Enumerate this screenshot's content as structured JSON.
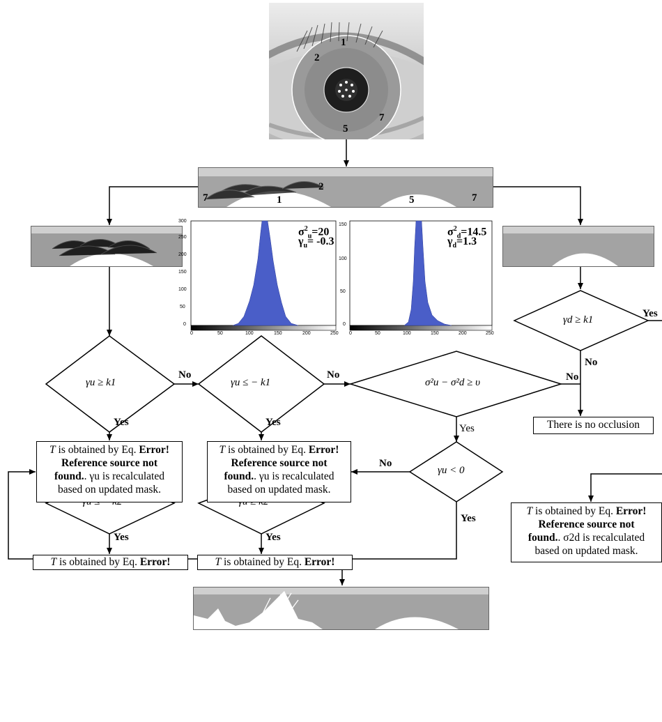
{
  "eye": {
    "labels": [
      "1",
      "2",
      "5",
      "7"
    ]
  },
  "strip": {
    "labels": [
      "7",
      "1",
      "2",
      "5",
      "7"
    ]
  },
  "histogram_u": {
    "sigma_label": "σ",
    "sigma_sup": "2",
    "sigma_sub": "u",
    "sigma_val": "=20",
    "gamma_label": "γ",
    "gamma_sub": "u",
    "gamma_val": "= -0.3",
    "y_ticks": [
      "0",
      "50",
      "100",
      "150",
      "200",
      "250",
      "300"
    ],
    "x_ticks": [
      "0",
      "50",
      "100",
      "150",
      "200",
      "250"
    ]
  },
  "histogram_d": {
    "sigma_label": "σ",
    "sigma_sup": "2",
    "sigma_sub": "d",
    "sigma_val": "=14.5",
    "gamma_label": "γ",
    "gamma_sub": "d",
    "gamma_val": "=1.3",
    "y_ticks": [
      "0",
      "50",
      "100",
      "150"
    ],
    "x_ticks": [
      "0",
      "50",
      "100",
      "150",
      "200",
      "250"
    ]
  },
  "decisions": {
    "d1": "γu ≥ k1",
    "d2": "γu ≤ − k1",
    "d3": "σ²u − σ²d ≥ υ",
    "d4": "γd ≥ k1",
    "d5": "γu < 0",
    "d6": "γu ≤ − k2",
    "d7": "γu ≥ k2"
  },
  "edge_labels": {
    "no": "No",
    "yes": "Yes"
  },
  "boxes": {
    "t1_a": "T",
    "t1_b": " is obtained by Eq. ",
    "t1_c": "Error!",
    "t1_d": "Reference source not",
    "t1_e": "found.",
    "t1_f": ". γu is recalculated",
    "t1_g": "based on updated mask.",
    "t2_a": "T",
    "t2_b": " is obtained by Eq. ",
    "t2_c": "Error!",
    "t2_d": "Reference source not",
    "t2_e": "found.",
    "t2_f": ". γu is recalculated",
    "t2_g": "based on updated mask.",
    "t3_a": "T",
    "t3_b": " is obtained by Eq. ",
    "t3_c": "Error!",
    "t3_d": "Reference source not",
    "t3_e": "found.",
    "t3_f": ". σ2d is recalculated",
    "t3_g": "based on updated mask.",
    "t4_a": "T",
    "t4_b": " is obtained by Eq. ",
    "t4_c": "Error!",
    "t5_a": "T",
    "t5_b": " is obtained by Eq. ",
    "t5_c": "Error!",
    "no_occ": "There is no occlusion"
  }
}
